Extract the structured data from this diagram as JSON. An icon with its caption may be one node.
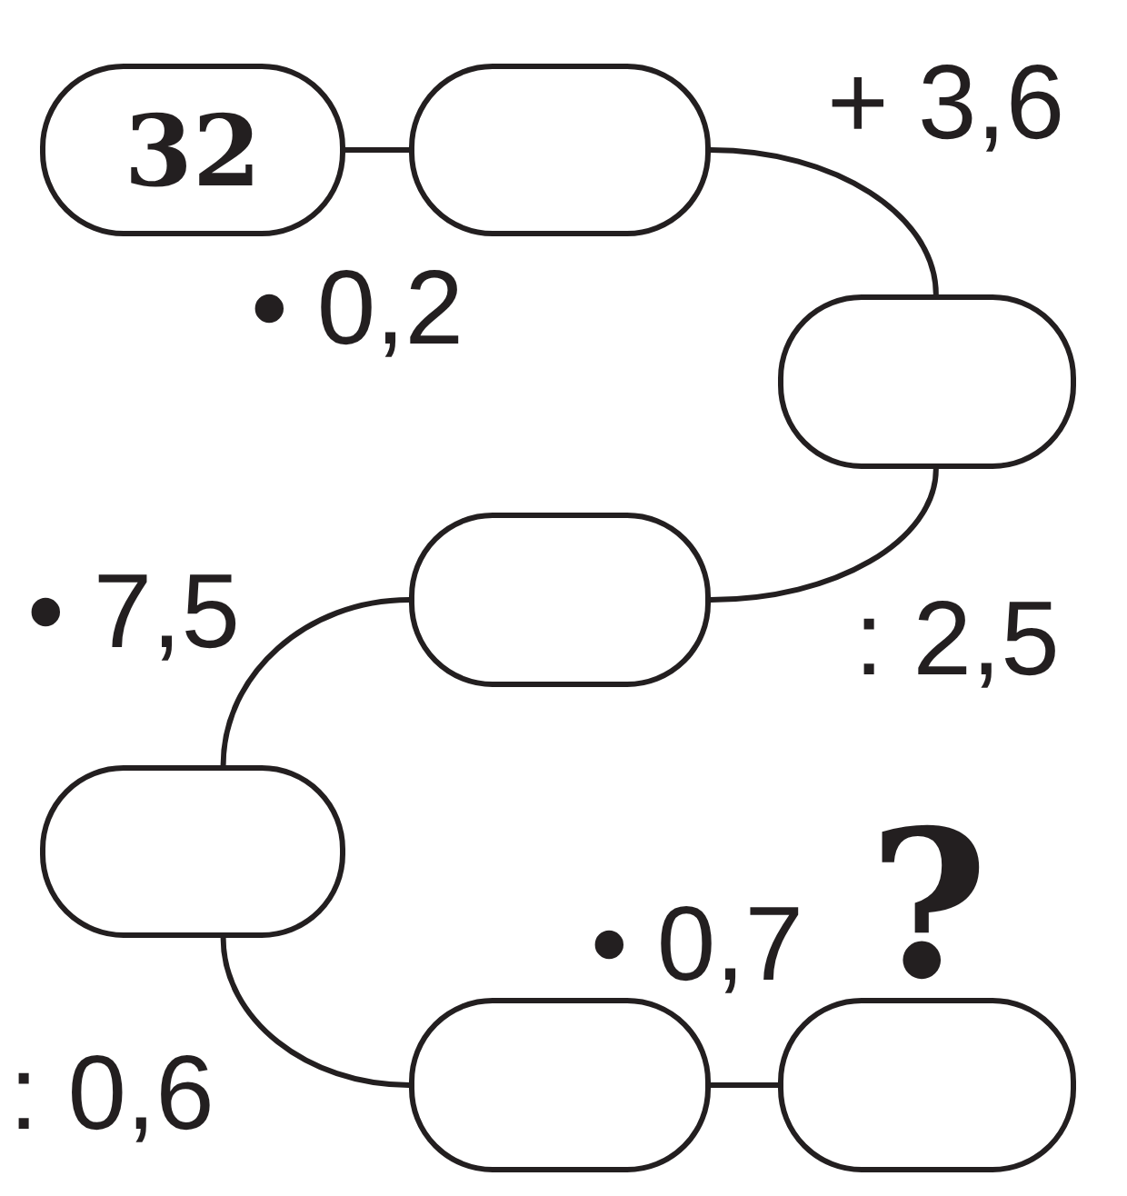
{
  "diagram": {
    "nodes": [
      {
        "text": [
          "32"
        ]
      },
      {
        "text": [],
        "shape": "box"
      },
      {
        "text": [],
        "shape": "box"
      },
      {
        "text": [],
        "shape": "box"
      },
      {
        "text": [],
        "shape": "box"
      },
      {
        "text": [],
        "shape": "box"
      },
      {
        "text": [],
        "shape": "box",
        "beside": [
          "?"
        ]
      }
    ],
    "edges": [
      {
        "from": 0,
        "to": 1,
        "arrow": "none",
        "label": "• 0,2"
      },
      {
        "from": 1,
        "to": 2,
        "arrow": "none",
        "label": "+ 3,6"
      },
      {
        "from": 2,
        "to": 3,
        "arrow": "none",
        "label": ": 2,5"
      },
      {
        "from": 3,
        "to": 4,
        "arrow": "none",
        "label": "• 7,5"
      },
      {
        "from": 4,
        "to": 5,
        "arrow": "none",
        "label": ": 0,6"
      },
      {
        "from": 5,
        "to": 6,
        "arrow": "none",
        "label": "• 0,7"
      }
    ]
  }
}
